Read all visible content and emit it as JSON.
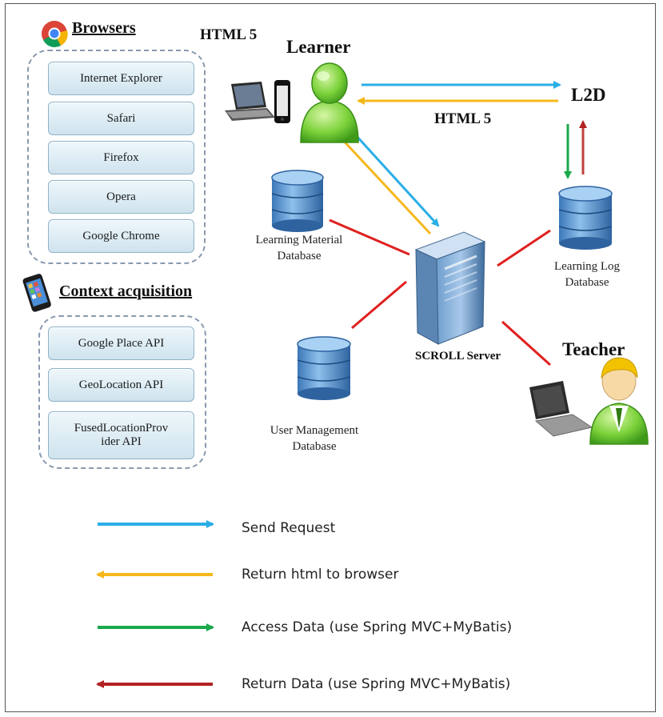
{
  "browsers": {
    "heading": "Browsers",
    "items": [
      "Internet Explorer",
      "Safari",
      "Firefox",
      "Opera",
      "Google Chrome"
    ]
  },
  "html5_top": "HTML 5",
  "html5_mid": "HTML 5",
  "context": {
    "heading": "Context acquisition",
    "items": [
      "Google Place API",
      "GeoLocation API",
      "FusedLocationProv ider API"
    ]
  },
  "nodes": {
    "learner": "Learner",
    "l2d": "L2D",
    "teacher": "Teacher",
    "server": "SCROLL Server",
    "learning_material_db": [
      "Learning Material",
      "Database"
    ],
    "learning_log_db": [
      "Learning Log",
      "Database"
    ],
    "user_management_db": [
      "User Management",
      "Database"
    ]
  },
  "legend": [
    {
      "label": "Send Request",
      "color": "#2aaee6"
    },
    {
      "label": "Return html to browser",
      "color": "#f5b81c"
    },
    {
      "label": "Access Data (use Spring MVC+MyBatis)",
      "color": "#1aa84a"
    },
    {
      "label": "Return Data (use Spring MVC+MyBatis)",
      "color": "#b22222"
    }
  ],
  "colors": {
    "send": "#2aaee6",
    "return_html": "#f5b81c",
    "access": "#1aa84a",
    "return_data": "#b22222",
    "link": "#e02020"
  }
}
